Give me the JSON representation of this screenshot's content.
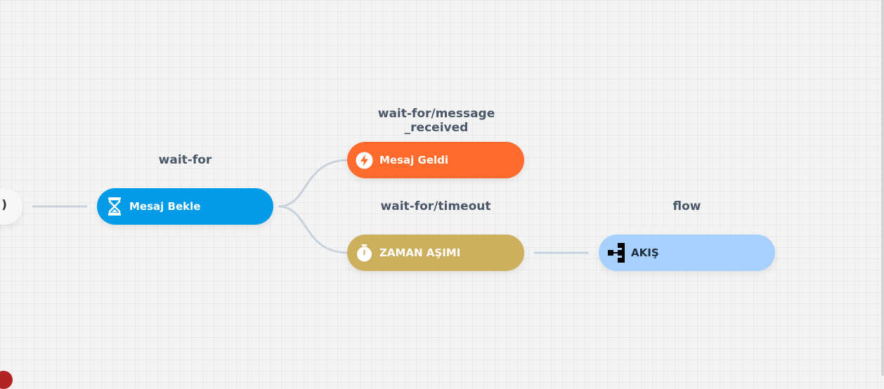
{
  "canvas": {
    "partial_node_text": ")",
    "nodes": [
      {
        "id": "wait",
        "label": "Mesaj Bekle",
        "type_label": "wait-for",
        "icon": "hourglass-icon",
        "color": "#029be8",
        "text_color": "#ffffff"
      },
      {
        "id": "received",
        "label": "Mesaj Geldi",
        "type_label": "wait-for/message_received",
        "icon": "lightning-icon",
        "color": "#ff6b2c",
        "text_color": "#ffffff"
      },
      {
        "id": "timeout",
        "label": "ZAMAN AŞIMI",
        "type_label": "wait-for/timeout",
        "icon": "stopwatch-icon",
        "color": "#cdb05d",
        "text_color": "#ffffff"
      },
      {
        "id": "flow",
        "label": "AKIŞ",
        "type_label": "flow",
        "icon": "flow-icon",
        "color": "#a6d0fd",
        "text_color": "#1f2d3d"
      }
    ],
    "connector_color": "#c8d2dd"
  }
}
